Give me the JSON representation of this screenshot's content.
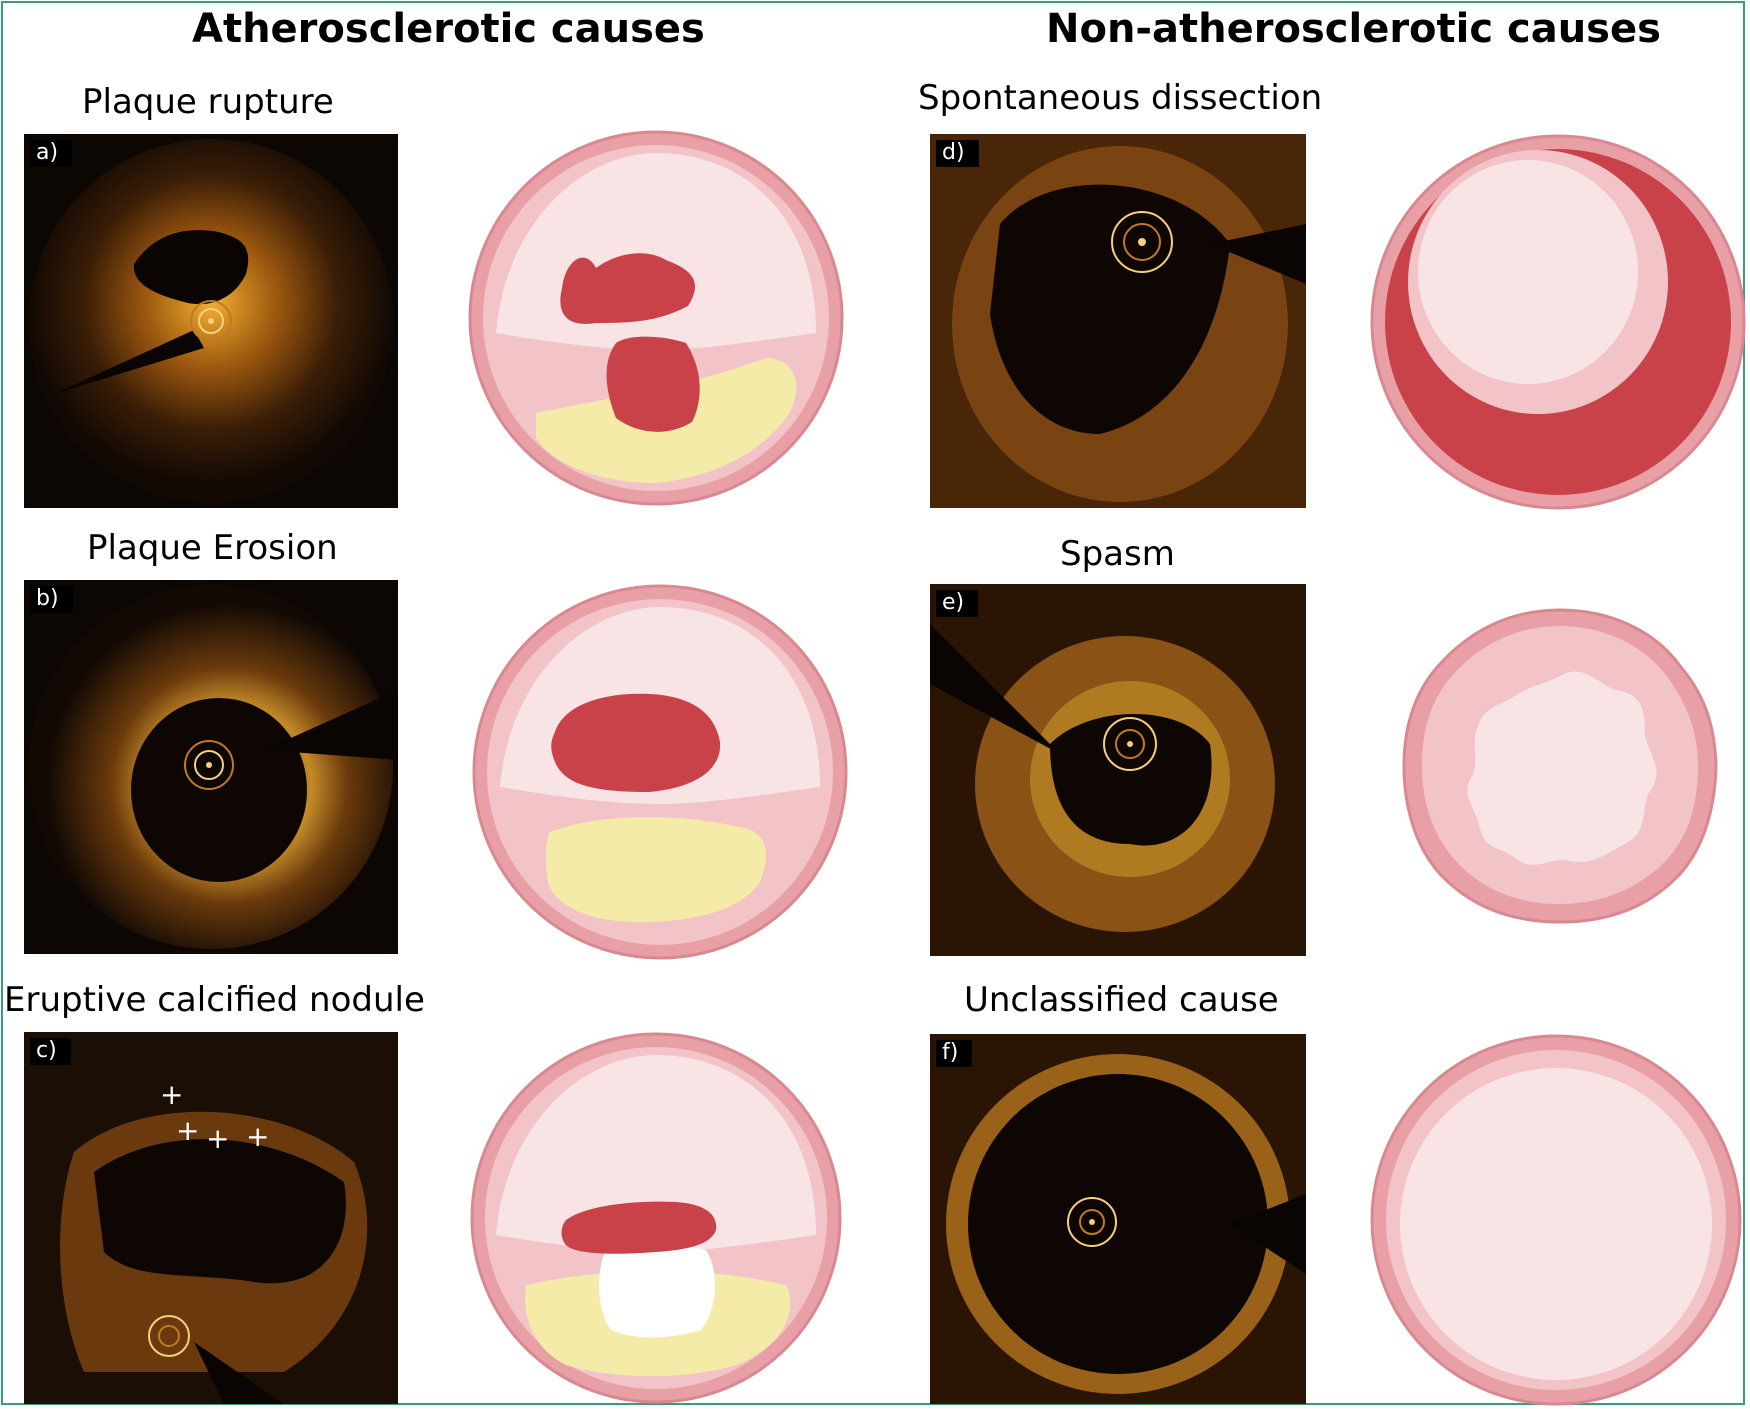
{
  "headings": {
    "left": "Atherosclerotic causes",
    "right": "Non-atherosclerotic causes"
  },
  "panels": [
    {
      "tag": "a)",
      "title": "Plaque rupture"
    },
    {
      "tag": "b)",
      "title": "Plaque Erosion"
    },
    {
      "tag": "c)",
      "title": "Eruptive calcified nodule"
    },
    {
      "tag": "d)",
      "title": "Spontaneous dissection"
    },
    {
      "tag": "e)",
      "title": "Spasm"
    },
    {
      "tag": "f)",
      "title": "Unclassified cause"
    }
  ],
  "colors": {
    "vessel_wall": "#e8a0a6",
    "vessel_wall_stroke": "#d98890",
    "intima": "#f2c4c7",
    "lumen": "#f8e4e5",
    "thrombus": "#c9424a",
    "lipid": "#f5eba8",
    "calcium": "#ffffff",
    "frame": "#3b9a7a"
  }
}
